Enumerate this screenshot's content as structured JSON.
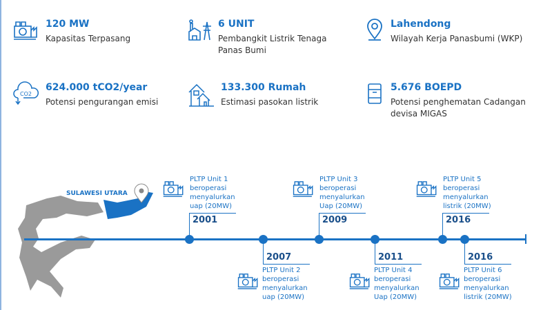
{
  "stats": [
    {
      "value": "120 MW",
      "label": "Kapasitas Terpasang",
      "icon": "power-plant-icon"
    },
    {
      "value": "6 UNIT",
      "label": "Pembangkit Listrik Tenaga Panas Bumi",
      "icon": "transmission-tower-icon"
    },
    {
      "value": "Lahendong",
      "label": "Wilayah Kerja Panasbumi (WKP)",
      "icon": "location-pin-icon"
    },
    {
      "value": "624.000 tCO2/year",
      "label": "Potensi pengurangan emisi",
      "icon": "co2-cloud-icon"
    },
    {
      "value": "133.300 Rumah",
      "label": "Estimasi pasokan listrik",
      "icon": "house-icon"
    },
    {
      "value": "5.676 BOEPD",
      "label": "Potensi penghematan Cadangan devisa MIGAS",
      "icon": "oil-barrel-icon"
    }
  ],
  "map": {
    "label": "SULAWESI UTARA"
  },
  "timeline": [
    {
      "year": "2001",
      "text": "PLTP Unit 1 beroperasi menyalurkan uap (20MW)"
    },
    {
      "year": "2007",
      "text": "PLTP Unit 2 beroperasi menyalurkan uap (20MW)"
    },
    {
      "year": "2009",
      "text": "PLTP Unit 3 beroperasi menyalurkan Uap (20MW)"
    },
    {
      "year": "2011",
      "text": "PLTP Unit 4 beroperasi menyalurkan Uap (20MW)"
    },
    {
      "year": "2016",
      "text": "PLTP Unit 5 beroperasi menyalurkan listrik (20MW)"
    },
    {
      "year": "2016",
      "text": "PLTP Unit 6 beroperasi menyalurkan listrik (20MW)"
    }
  ],
  "colors": {
    "accent": "#1a72c4",
    "map": "#9a9a9a"
  }
}
